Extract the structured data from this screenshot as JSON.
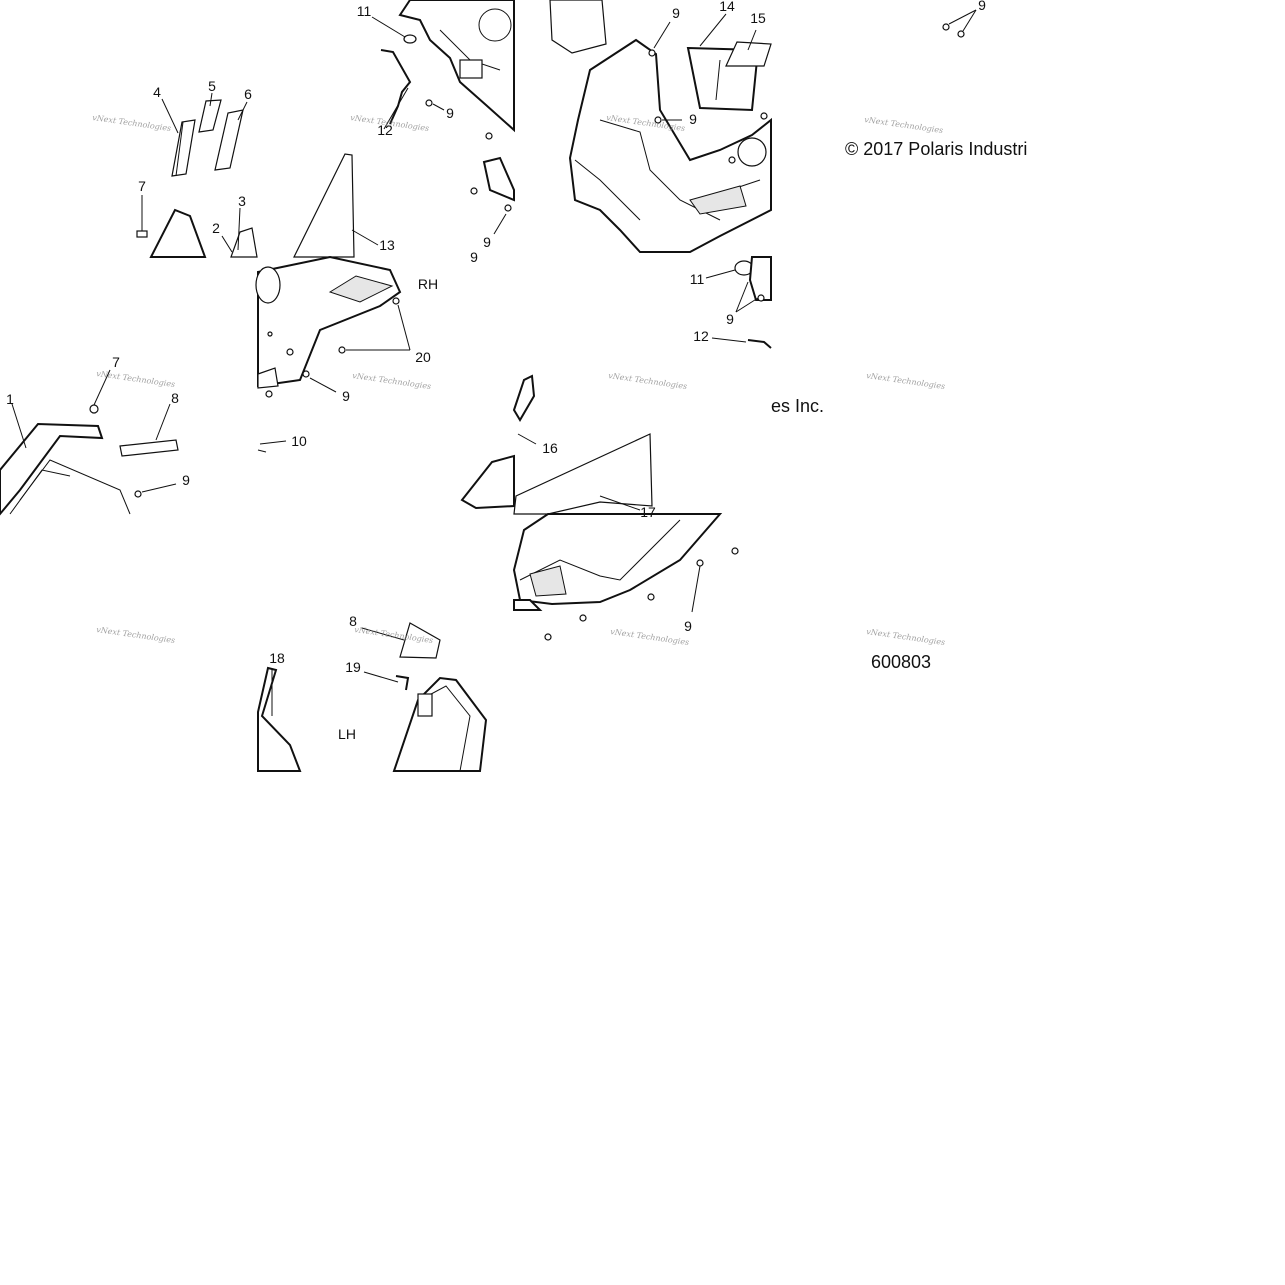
{
  "diagram": {
    "copyright_parts": [
      "© 2017 Polaris Industri",
      "es Inc."
    ],
    "figure_id": "600803",
    "side_labels": {
      "rh": "RH",
      "lh": "LH"
    },
    "watermark": "vNext Technologies",
    "callouts": [
      "1",
      "2",
      "3",
      "4",
      "5",
      "6",
      "7",
      "7",
      "8",
      "8",
      "9",
      "9",
      "9",
      "9",
      "9",
      "9",
      "9",
      "9",
      "9",
      "9",
      "10",
      "11",
      "11",
      "12",
      "12",
      "13",
      "14",
      "15",
      "16",
      "17",
      "18",
      "19",
      "20"
    ]
  }
}
